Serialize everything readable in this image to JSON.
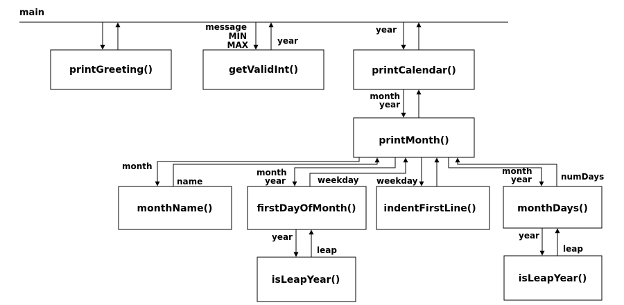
{
  "root": {
    "label": "main"
  },
  "modules": {
    "print_greeting": "printGreeting()",
    "get_valid_int": "getValidInt()",
    "print_calendar": "printCalendar()",
    "print_month": "printMonth()",
    "month_name": "monthName()",
    "first_day_of_month": "firstDayOfMonth()",
    "indent_first_line": "indentFirstLine()",
    "month_days": "monthDays()",
    "is_leap_year_1": "isLeapYear()",
    "is_leap_year_2": "isLeapYear()"
  },
  "params": {
    "get_valid_int_in": [
      "message",
      "MIN",
      "MAX"
    ],
    "get_valid_int_out": "year",
    "print_calendar_in": "year",
    "print_month_in": [
      "month",
      "year"
    ],
    "month_name_in": "month",
    "month_name_out": "name",
    "first_day_in": [
      "month",
      "year"
    ],
    "first_day_out": "weekday",
    "indent_in": "weekday",
    "month_days_in": [
      "month",
      "year"
    ],
    "month_days_out": "numDays",
    "leap1_in": "year",
    "leap1_out": "leap",
    "leap2_in": "year",
    "leap2_out": "leap"
  }
}
